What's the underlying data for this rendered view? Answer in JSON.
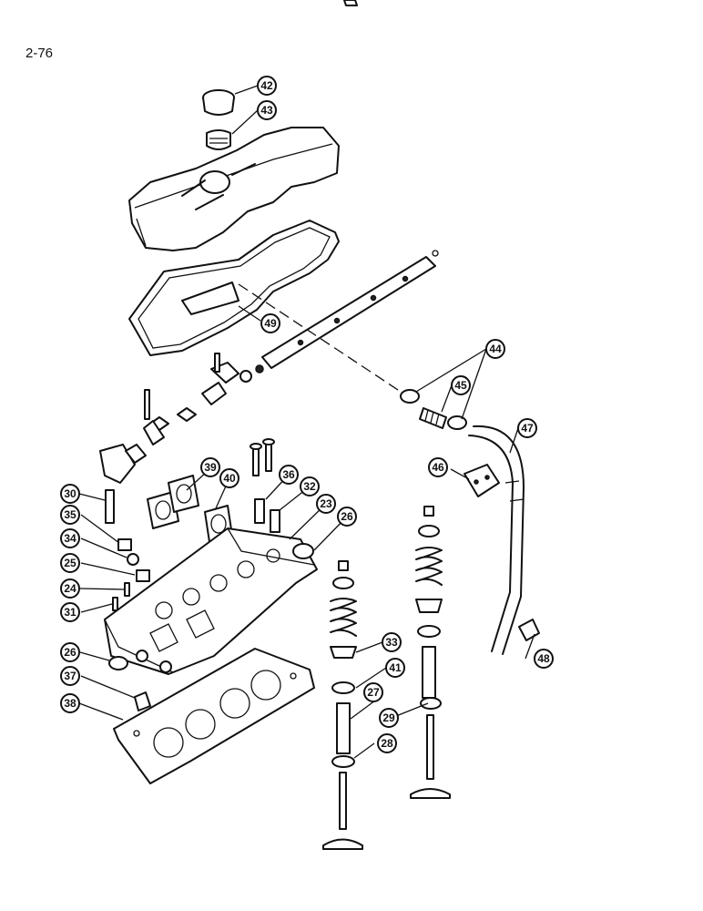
{
  "page_number": "2-76",
  "figure": {
    "callouts": [
      "42",
      "43",
      "49",
      "44",
      "45",
      "47",
      "46",
      "30",
      "39",
      "40",
      "36",
      "32",
      "23",
      "26",
      "35",
      "34",
      "25",
      "24",
      "31",
      "33",
      "41",
      "26",
      "37",
      "38",
      "27",
      "29",
      "28",
      "48"
    ]
  }
}
